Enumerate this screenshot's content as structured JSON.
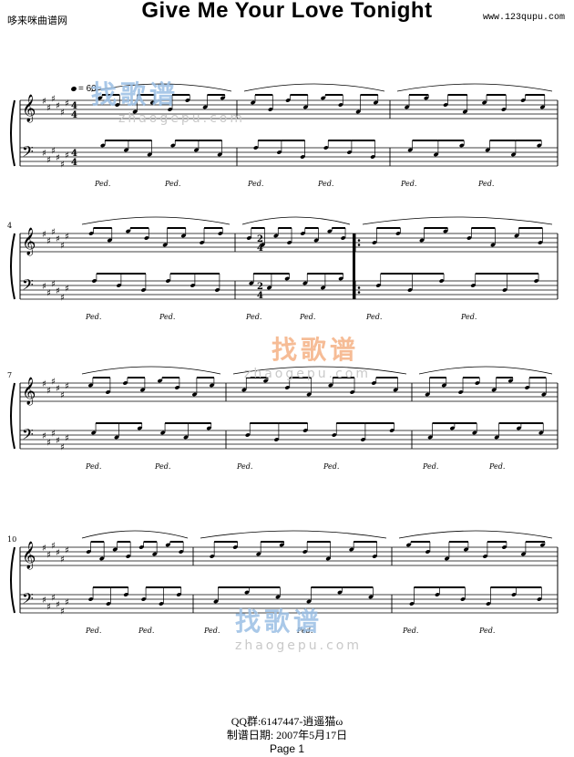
{
  "header": {
    "site_left": "哆来咪曲谱网",
    "site_right": "www.123qupu.com"
  },
  "title": "Give  Me  Your Love Tonight",
  "tempo": "= 60",
  "measure_numbers": {
    "system2": "4",
    "system3": "7",
    "system4": "10"
  },
  "time_signature_changes": {
    "upper": "2",
    "lower": "4"
  },
  "pedal_mark": "Ped.",
  "watermark": {
    "cn": "找歌谱",
    "url": "zhaogepu.com"
  },
  "footer": {
    "line1": "QQ群:6147447-逍遥猫ω",
    "line2": "制谱日期: 2007年5月17日",
    "line3": "Page 1"
  },
  "colors": {
    "ink": "#000000",
    "watermark_blue": "#9bbfe4",
    "watermark_orange": "#f5b184",
    "watermark_grey": "#c9c9c9"
  }
}
